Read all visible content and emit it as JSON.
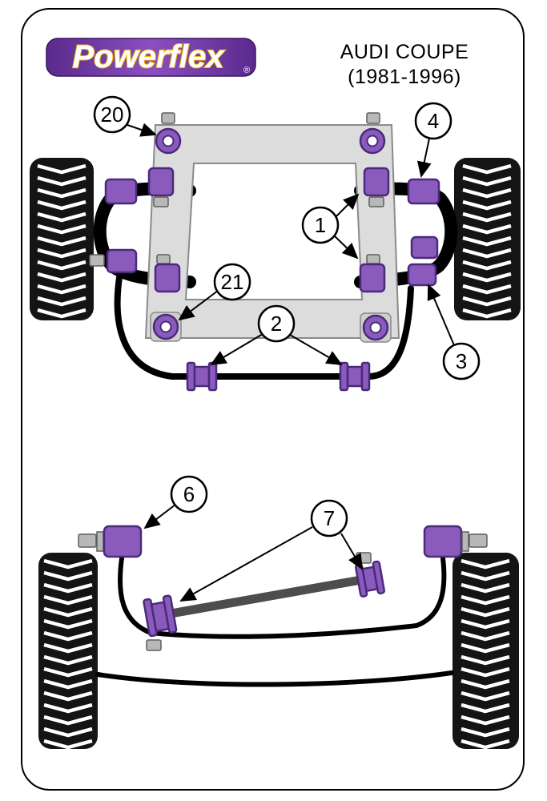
{
  "header": {
    "logo_text": "Powerflex",
    "registered_mark": "®",
    "title_line1": "AUDI COUPE",
    "title_line2": "(1981-1996)"
  },
  "diagrams": {
    "front": {
      "callouts": [
        {
          "label": "20"
        },
        {
          "label": "4"
        },
        {
          "label": "1"
        },
        {
          "label": "21"
        },
        {
          "label": "2"
        },
        {
          "label": "3"
        }
      ]
    },
    "rear": {
      "callouts": [
        {
          "label": "6"
        },
        {
          "label": "7"
        }
      ]
    }
  },
  "colors": {
    "bushing_purple": "#8a5abc",
    "bushing_outline": "#4a2a7a",
    "logo_grad_start": "#5a2a8c",
    "logo_grad_end": "#8b4fc0",
    "logo_text_outline": "#f2b705",
    "frame_gray": "#dcdcdc",
    "tire_black": "#141414",
    "rod_gray": "#4d4d4d"
  }
}
